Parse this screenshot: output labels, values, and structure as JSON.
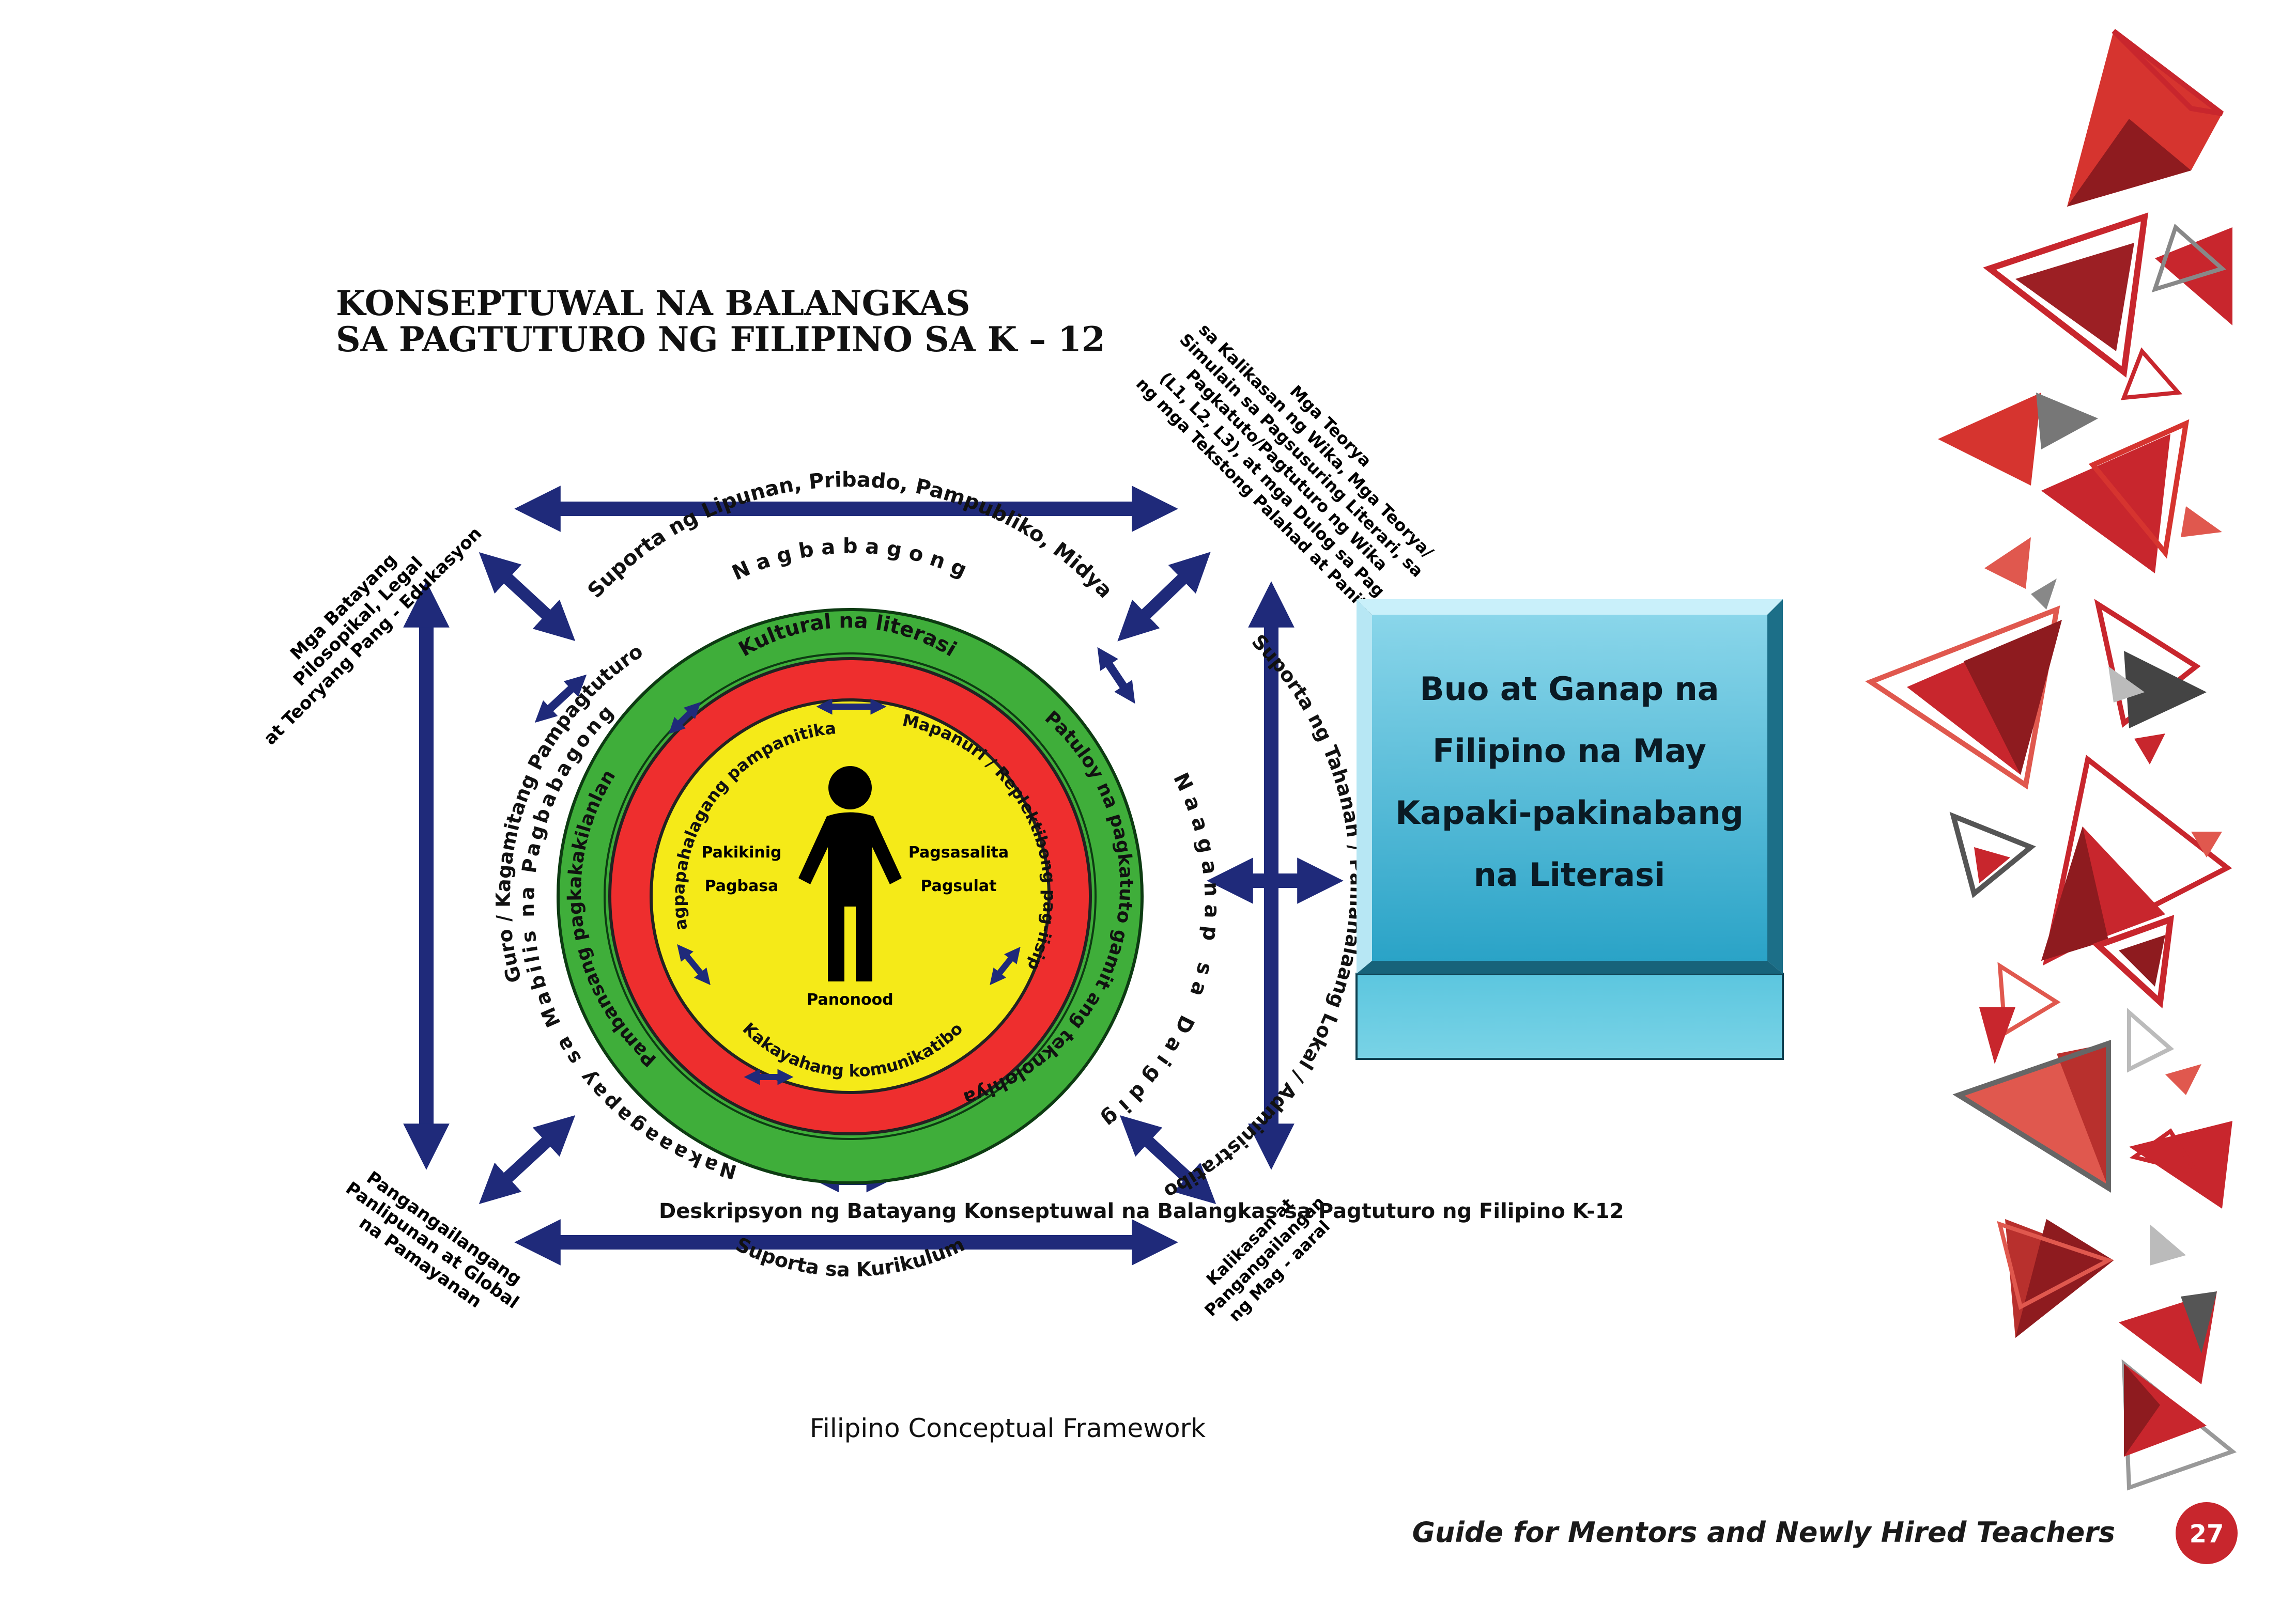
{
  "title": {
    "line1": "KONSEPTUWAL NA BALANGKAS",
    "line2": "SA PAGTUTURO NG FILIPINO SA K – 12"
  },
  "corners": {
    "top_left": [
      "Mga Batayang",
      "Pilosopikal, Legal",
      "at Teoryang Pang - Edukasyon"
    ],
    "top_right": [
      "Mga Teorya",
      "sa Kalikasan ng Wika, Mga Teorya/",
      "Simulain sa Pagsusuring Literari, sa",
      "Pagkatuto/Pagtuturo ng Wika",
      "(L1, L2, L3), at mga Dulog sa Pag",
      "ng mga Tekstong Palahad at Panitik"
    ],
    "bottom_left": [
      "Pangangailangang",
      "Panlipunan at Global",
      "na Pamayanan"
    ],
    "bottom_right": [
      "Kalikasan at",
      "Pangangailangan",
      "ng Mag - aaral"
    ]
  },
  "outer_ring_labels": {
    "top": "Suporta ng Lipunan, Pribado, Pampubliko, Midya",
    "right": "Suporta ng Tahanan / Pamahalaang Lokal / Administratibo",
    "bottom": "Suporta sa Kurikulum",
    "left": "Guro / Kagamitang Pampagtuturo"
  },
  "green_ring": {
    "top": "Nagbabagong",
    "right": "Naaganap sa Daigdig",
    "left": "Nakaaagapay sa Mabilis na Pagbabagong"
  },
  "red_ring": {
    "top": "Kultural na literasi",
    "right": "Patuloy na pagkatuto gamit ang teknolohiya",
    "left": "Pambansang pagkakakilanlan"
  },
  "yellow_circle": {
    "top_left": "Pagpapahalagang pampanitikan",
    "top_right": "Mapanuri / Replektibong pag-iisip",
    "bottom": "Kakayahang komunikatibo",
    "left_skills": [
      "Pakikinig",
      "Pagbasa"
    ],
    "right_skills": [
      "Pagsasalita",
      "Pagsulat"
    ],
    "bottom_skill": "Panonood"
  },
  "outcome_box": {
    "lines": [
      "Buo at Ganap na",
      "Filipino na May",
      "Kapaki-pakinabang",
      "na Literasi"
    ]
  },
  "diagram_caption": "Deskripsyon ng Batayang Konseptuwal na Balangkas sa Pagtuturo ng Filipino K-12",
  "figure_caption": "Filipino Conceptual Framework",
  "footer": {
    "guide_title": "Guide for Mentors and Newly Hired Teachers",
    "page_number": "27"
  },
  "colors": {
    "arrow": "#1f2a7a",
    "green_ring": "#3fae3a",
    "red_ring": "#ee2e2e",
    "yellow_core": "#f5ea18",
    "box_top": "#7fd0e6",
    "box_bottom": "#2ea5c8",
    "accent_red": "#c8262d",
    "page_badge": "#c8262d"
  }
}
